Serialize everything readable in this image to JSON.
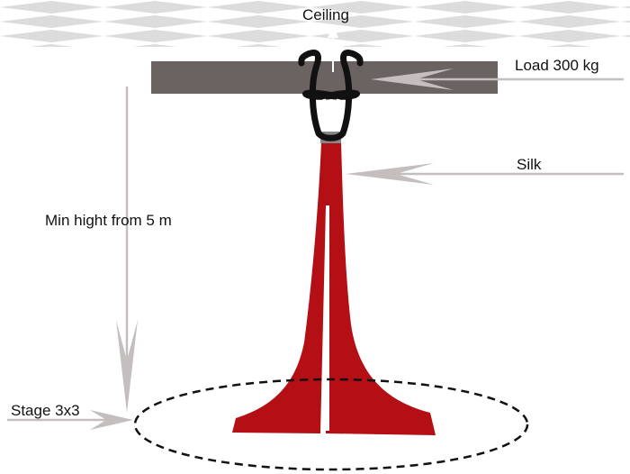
{
  "labels": {
    "ceiling": "Ceiling",
    "load": "Load 300 kg",
    "silk": "Silk",
    "min_height": "Min hight from 5 m",
    "stage": "Stage 3x3"
  },
  "colors": {
    "ceiling_pattern": "#dcdcdc",
    "beam": "#6b6262",
    "silk": "#b30f14",
    "rigging": "#111111",
    "arrow": "#c4bebe",
    "stage_outline": "#111111"
  }
}
